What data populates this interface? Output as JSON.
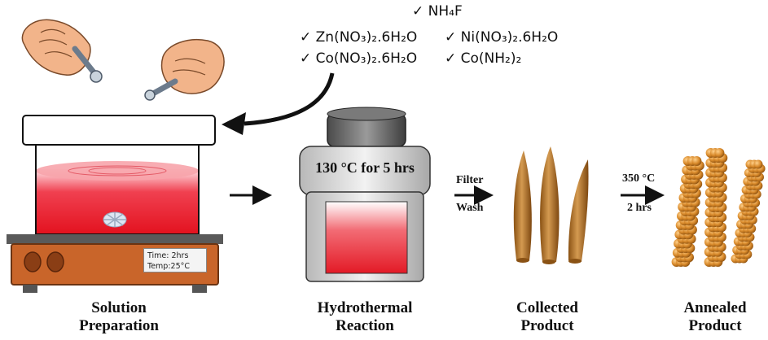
{
  "reagents": [
    {
      "id": "nh4f",
      "text": "NH₄F"
    },
    {
      "id": "zn",
      "text": "Zn(NO₃)₂.6H₂O"
    },
    {
      "id": "ni",
      "text": "Ni(NO₃)₂.6H₂O"
    },
    {
      "id": "co",
      "text": "Co(NO₃)₂.6H₂O"
    },
    {
      "id": "urea",
      "text": "Co(NH₂)₂"
    }
  ],
  "check_mark": "✓",
  "hotplate": {
    "time": "Time: 2hrs",
    "temp": "Temp:25°C"
  },
  "autoclave_label": "130 °C for 5 hrs",
  "step1": {
    "line1": "Filter",
    "line2": "Wash"
  },
  "step2": {
    "line1": "350 °C",
    "line2": "2 hrs"
  },
  "stages": [
    {
      "id": "solution",
      "line1": "Solution",
      "line2": "Preparation"
    },
    {
      "id": "hydrothermal",
      "line1": "Hydrothermal",
      "line2": "Reaction"
    },
    {
      "id": "collected",
      "line1": "Collected",
      "line2": "Product"
    },
    {
      "id": "annealed",
      "line1": "Annealed",
      "line2": "Product"
    }
  ],
  "colors": {
    "solution_red": "#e8202e",
    "hotplate_orange": "#c9652a",
    "rod_brown": "#b9782e",
    "sphere_orange": "#d8892a"
  }
}
